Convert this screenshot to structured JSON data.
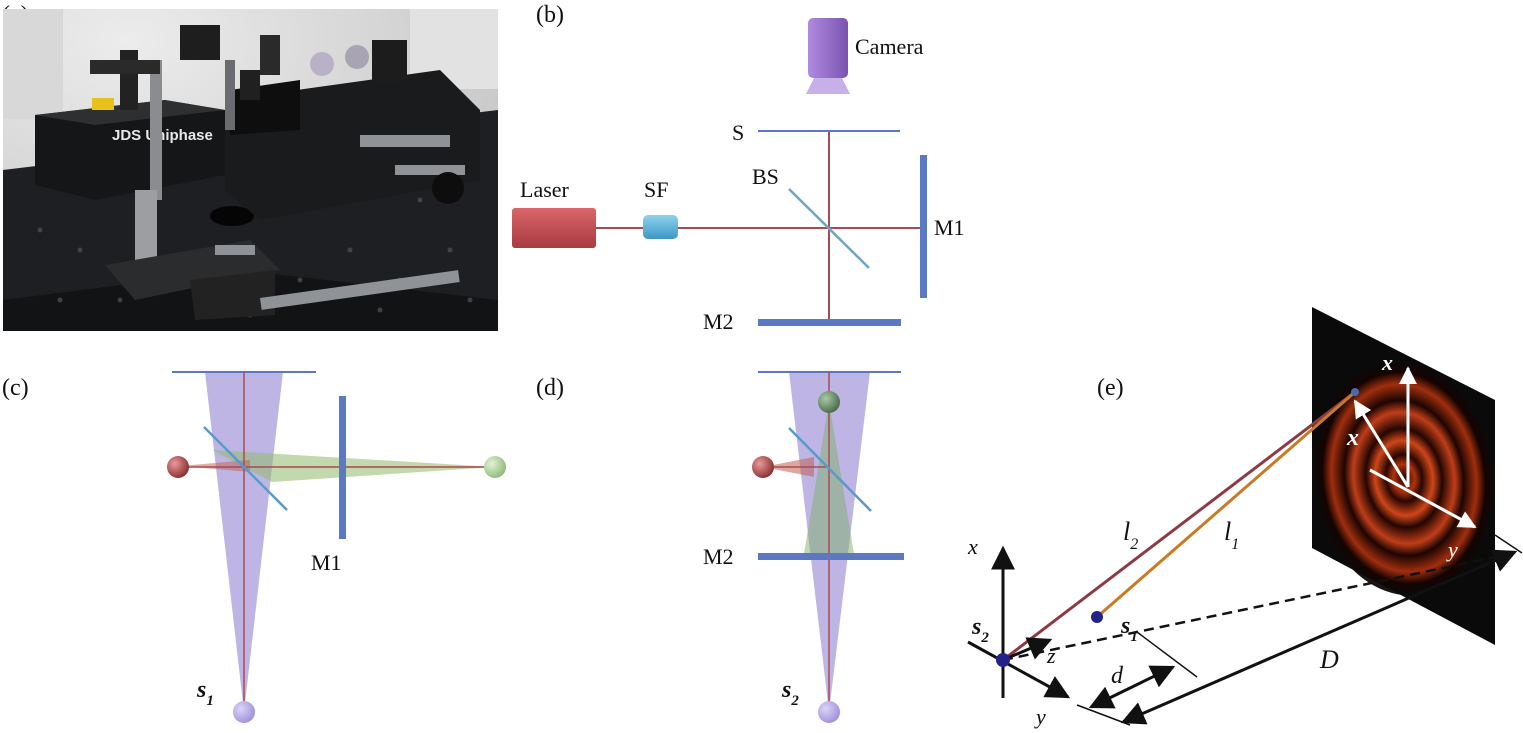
{
  "panels": {
    "a": {
      "tag": "(a)",
      "brand": "JDS Uniphase"
    },
    "b": {
      "tag": "(b)",
      "camera": "Camera",
      "screen": "S",
      "beam_splitter": "BS",
      "laser": "Laser",
      "spatial_filter": "SF",
      "mirror1": "M1",
      "mirror2": "M2"
    },
    "c": {
      "tag": "(c)",
      "mirror1": "M1",
      "source": "s",
      "source_sub": "1"
    },
    "d": {
      "tag": "(d)",
      "mirror2": "M2",
      "source": "s",
      "source_sub": "2"
    },
    "e": {
      "tag": "(e)",
      "path2": "l",
      "path2_sub": "2",
      "path1": "l",
      "path1_sub": "1",
      "s2": "s",
      "s2_sub": "2",
      "s1": "s",
      "s1_sub": "1",
      "axis_x": "x",
      "axis_y": "y",
      "axis_z": "z",
      "sep": "d",
      "dist": "D",
      "screen_x": "x",
      "screen_x_vec": "x",
      "screen_y": "y"
    }
  },
  "colors": {
    "beam": "#a84b50",
    "purple_cone": "#8a78d0",
    "green_cone": "#8fba6a",
    "optic": "#5b79c2",
    "splitter": "#6aa6c8",
    "laser": "#c34b50",
    "spatial_filter": "#5fb1d6",
    "camera": "#9a74c8",
    "path_l2": "#8e3a44",
    "path_l1": "#c77b25",
    "source_dot": "#22228a",
    "fringes": "#d9491a"
  }
}
